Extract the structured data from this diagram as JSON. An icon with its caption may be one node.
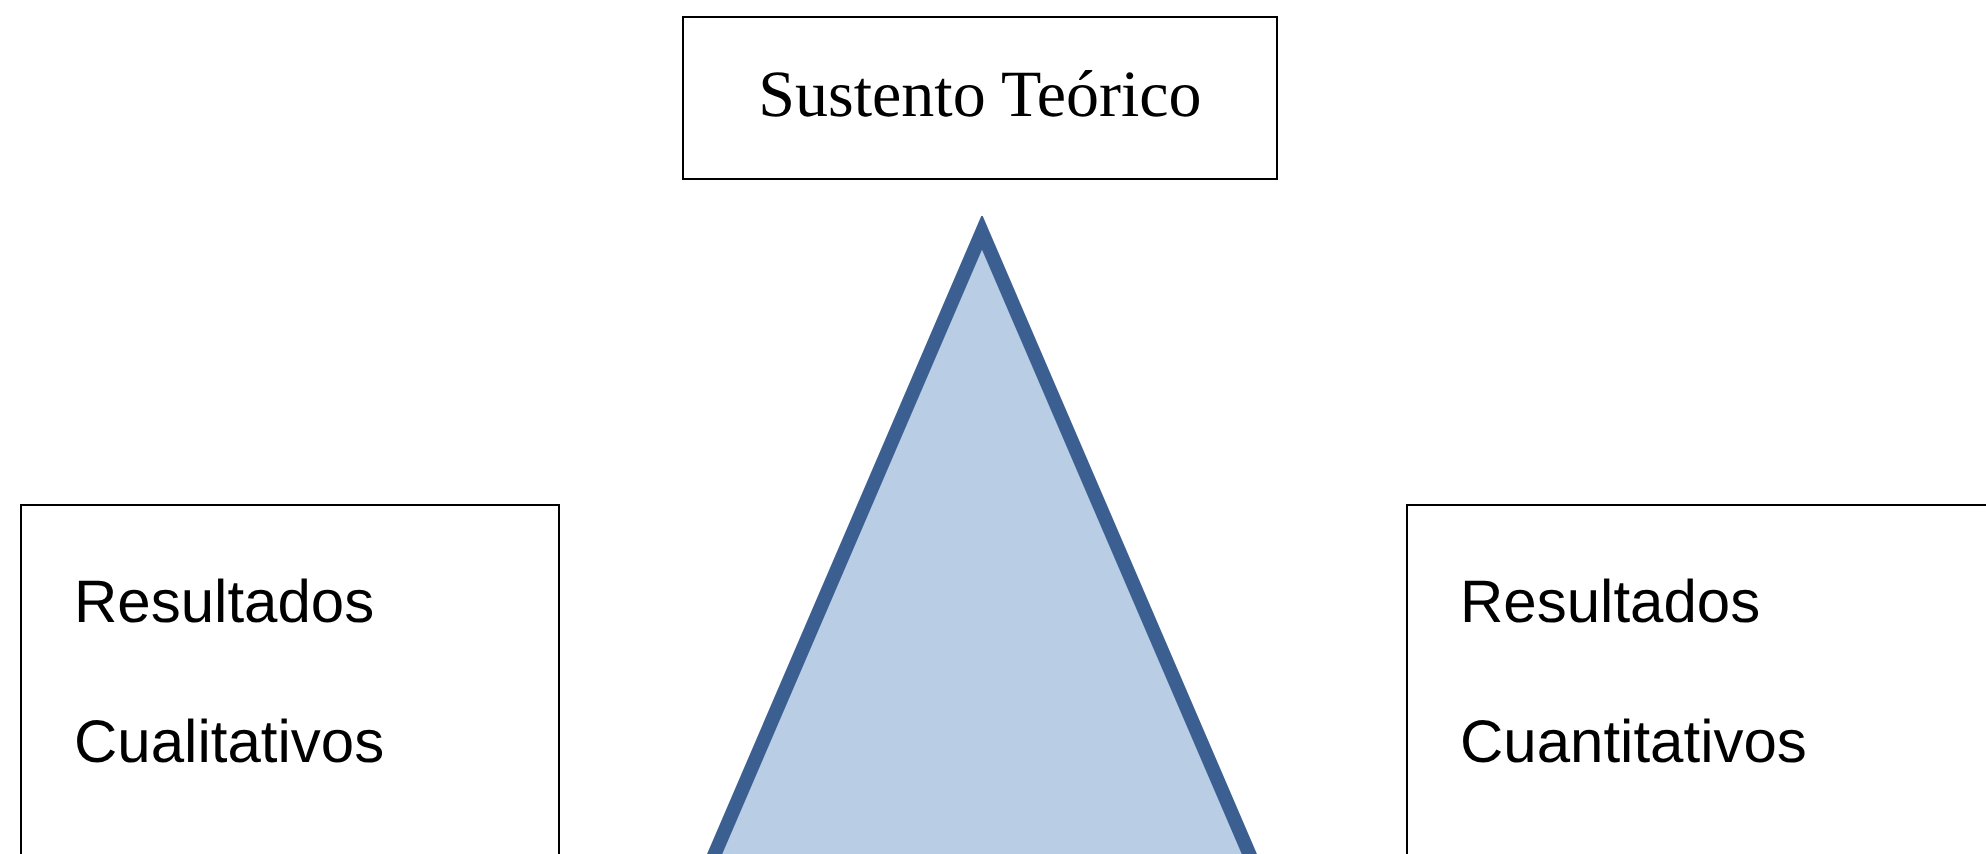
{
  "diagram": {
    "nodes": [
      {
        "text": [
          "Sustento Teórico"
        ]
      },
      {
        "text": [
          "Resultados Cualitativos"
        ]
      },
      {
        "text": [],
        "shape": "triangle"
      },
      {
        "text": [
          "Resultados Cuantitativos"
        ]
      }
    ],
    "edges": []
  }
}
